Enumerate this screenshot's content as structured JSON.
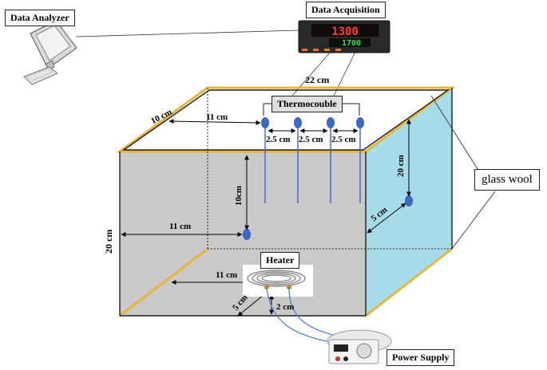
{
  "labels": {
    "data_analyzer": "Data Analyzer",
    "data_acquisition": "Data Acquisition",
    "thermocouple": "Thermocouble",
    "glass_wool": "glass wool",
    "heater": "Heater",
    "power_supply": "Power Supply"
  },
  "dimensions": {
    "top_depth": "10 cm",
    "top_width_gap": "22 cm",
    "top_offset": "11 cm",
    "spacing_1": "2.5 cm",
    "spacing_2": "2.5 cm",
    "spacing_3": "2.5 cm",
    "right_height": "20 cm",
    "right_offset": "5 cm",
    "front_height_offset": "10cm",
    "front_offset": "11 cm",
    "left_height": "20 cm",
    "heater_offset": "11 cm",
    "heater_depth": "5 cm",
    "heater_height": "2 cm"
  },
  "daq_display": {
    "top_value": "1300",
    "bottom_value": "1700"
  },
  "colors": {
    "box_front": "#c9c9c9",
    "box_right": "#a6dcea",
    "frame": "#e8b43a",
    "sensor": "#3a67c8",
    "probe": "#3a67c8"
  }
}
